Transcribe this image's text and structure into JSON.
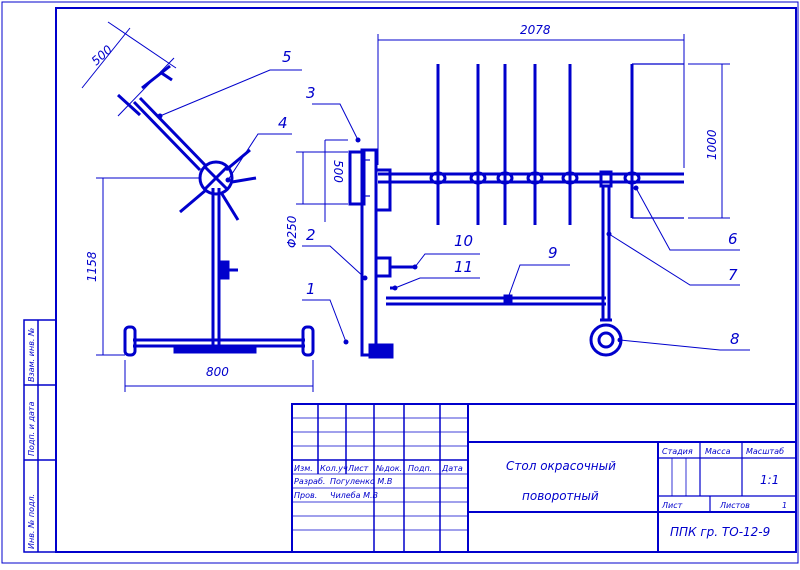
{
  "dimensions": {
    "length_total": "2078",
    "height_frame": "1000",
    "arm_length": "500",
    "basket_height": "500",
    "diameter": "Φ250",
    "stand_height": "1158",
    "base_width": "800"
  },
  "leaders": [
    "1",
    "2",
    "3",
    "4",
    "5",
    "6",
    "7",
    "8",
    "9",
    "10",
    "11"
  ],
  "title_block": {
    "name_line1": "Стол окрасочный",
    "name_line2": "поворотный",
    "header_cols": [
      "Изм.",
      "Кол.уч",
      "Лист",
      "№док.",
      "Подп.",
      "Дата"
    ],
    "row_razrab": "Разраб.",
    "row_prov": "Пров.",
    "person1": "Погуленко М.В",
    "person2": "Чилеба М.В",
    "stage_label": "Стадия",
    "mass_label": "Масса",
    "scale_label": "Масштаб",
    "scale_value": "1:1",
    "sheet_label": "Лист",
    "sheets_label": "Листов",
    "sheets_value": "1",
    "org": "ППК гр. ТО-12-9"
  },
  "side_stamps": [
    "Взам. инв. №",
    "Подп. и дата",
    "Инв. № подл."
  ]
}
